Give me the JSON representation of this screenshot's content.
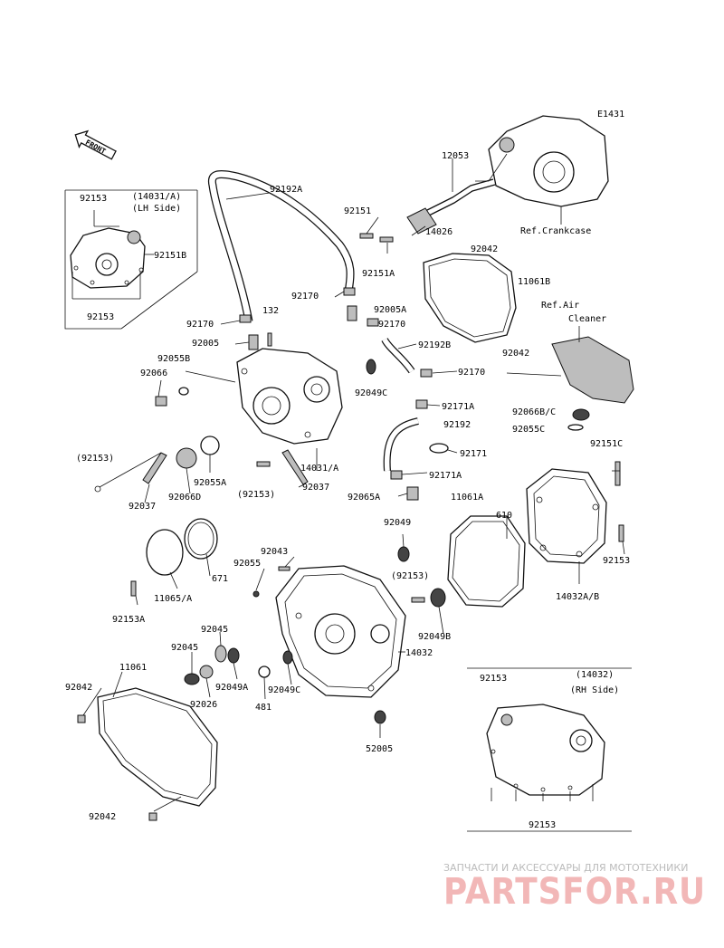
{
  "diagram_code": "E1431",
  "front_label": "FRONT",
  "refs": {
    "crankcase": "Ref.Crankcase",
    "air_cleaner_1": "Ref.Air",
    "air_cleaner_2": "Cleaner"
  },
  "insets": {
    "lh_part": "(14031/A)",
    "lh_side": "(LH Side)",
    "rh_part": "(14032)",
    "rh_side": "(RH Side)"
  },
  "labels": [
    {
      "id": "l1",
      "text": "92153"
    },
    {
      "id": "l2",
      "text": "92151B"
    },
    {
      "id": "l3",
      "text": "92153"
    },
    {
      "id": "l4",
      "text": "92192A"
    },
    {
      "id": "l5",
      "text": "12053"
    },
    {
      "id": "l6",
      "text": "92151"
    },
    {
      "id": "l7",
      "text": "14026"
    },
    {
      "id": "l8",
      "text": "92042"
    },
    {
      "id": "l9",
      "text": "92151A"
    },
    {
      "id": "l10",
      "text": "11061B"
    },
    {
      "id": "l11",
      "text": "92170"
    },
    {
      "id": "l12",
      "text": "92005A"
    },
    {
      "id": "l13",
      "text": "92170"
    },
    {
      "id": "l14",
      "text": "132"
    },
    {
      "id": "l15",
      "text": "92170"
    },
    {
      "id": "l16",
      "text": "92005"
    },
    {
      "id": "l17",
      "text": "92055B"
    },
    {
      "id": "l18",
      "text": "92066"
    },
    {
      "id": "l19",
      "text": "92192B"
    },
    {
      "id": "l20",
      "text": "92042"
    },
    {
      "id": "l21",
      "text": "92170"
    },
    {
      "id": "l22",
      "text": "92049C"
    },
    {
      "id": "l23",
      "text": "92171A"
    },
    {
      "id": "l24",
      "text": "92066B/C"
    },
    {
      "id": "l25",
      "text": "92192"
    },
    {
      "id": "l26",
      "text": "92055C"
    },
    {
      "id": "l27",
      "text": "92171"
    },
    {
      "id": "l28",
      "text": "92151C"
    },
    {
      "id": "l29",
      "text": "(92153)"
    },
    {
      "id": "l30",
      "text": "92055A"
    },
    {
      "id": "l31",
      "text": "14031/A"
    },
    {
      "id": "l32",
      "text": "92171A"
    },
    {
      "id": "l33",
      "text": "92037"
    },
    {
      "id": "l34",
      "text": "92066D"
    },
    {
      "id": "l35",
      "text": "(92153)"
    },
    {
      "id": "l36",
      "text": "92037"
    },
    {
      "id": "l37",
      "text": "92065A"
    },
    {
      "id": "l38",
      "text": "11061A"
    },
    {
      "id": "l39",
      "text": "610"
    },
    {
      "id": "l40",
      "text": "92049"
    },
    {
      "id": "l41",
      "text": "92153"
    },
    {
      "id": "l42",
      "text": "92043"
    },
    {
      "id": "l43",
      "text": "92055"
    },
    {
      "id": "l44",
      "text": "671"
    },
    {
      "id": "l45",
      "text": "(92153)"
    },
    {
      "id": "l46",
      "text": "14032A/B"
    },
    {
      "id": "l47",
      "text": "11065/A"
    },
    {
      "id": "l48",
      "text": "92153A"
    },
    {
      "id": "l49",
      "text": "92045"
    },
    {
      "id": "l50",
      "text": "92049B"
    },
    {
      "id": "l51",
      "text": "92045"
    },
    {
      "id": "l52",
      "text": "14032"
    },
    {
      "id": "l53",
      "text": "92042"
    },
    {
      "id": "l54",
      "text": "11061"
    },
    {
      "id": "l55",
      "text": "92049A"
    },
    {
      "id": "l56",
      "text": "92026"
    },
    {
      "id": "l57",
      "text": "92049C"
    },
    {
      "id": "l58",
      "text": "481"
    },
    {
      "id": "l59",
      "text": "92153"
    },
    {
      "id": "l60",
      "text": "52005"
    },
    {
      "id": "l61",
      "text": "92042"
    },
    {
      "id": "l62",
      "text": "92153"
    }
  ],
  "watermark": {
    "line1": "ЗАПЧАСТИ И АКСЕССУАРЫ ДЛЯ МОТОТЕХНИКИ",
    "line2": "PARTSFOR.RU",
    "color": "#f2b7b7"
  }
}
